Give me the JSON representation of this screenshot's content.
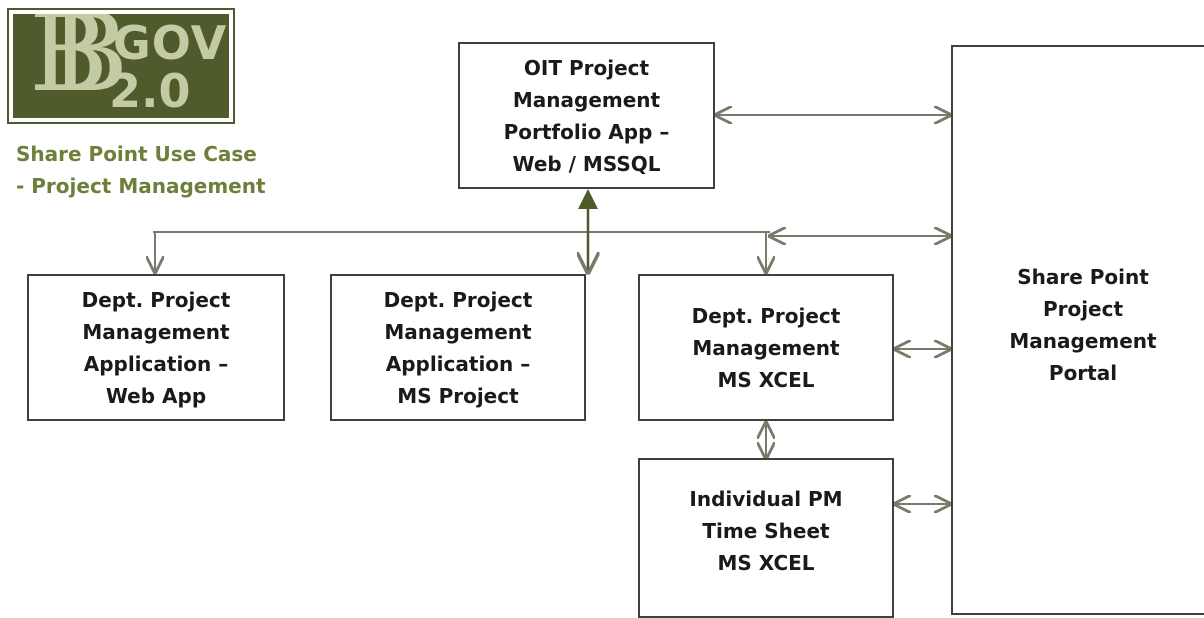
{
  "logo": {
    "letter_main": "B",
    "letter_secondary": "B",
    "text_top": "GOV",
    "text_bottom": "2.0",
    "colors": {
      "background": "#4f5b2a",
      "glyph": "#c4caa4",
      "frame": "#4d5a2a"
    }
  },
  "subtitle": {
    "line1": "Share Point  Use Case",
    "line2": "- Project  Management"
  },
  "nodes": {
    "oit_portfolio": "OIT Project\nManagement\nPortfolio App –\nWeb / MSSQL",
    "dept_web_app": "Dept. Project\nManagement\nApplication –\nWeb App",
    "dept_ms_project": "Dept. Project\nManagement\nApplication –\nMS Project",
    "dept_ms_xcel": "Dept. Project\nManagement\nMS  XCEL",
    "individual_timesheet": "Individual  PM\nTime Sheet\nMS  XCEL",
    "sharepoint_portal": "Share Point\nProject\nManagement\nPortal"
  },
  "colors": {
    "line": "#7a7a6a",
    "box_border": "#404040",
    "text": "#1a1a1a",
    "subtitle": "#6e7f3c"
  }
}
